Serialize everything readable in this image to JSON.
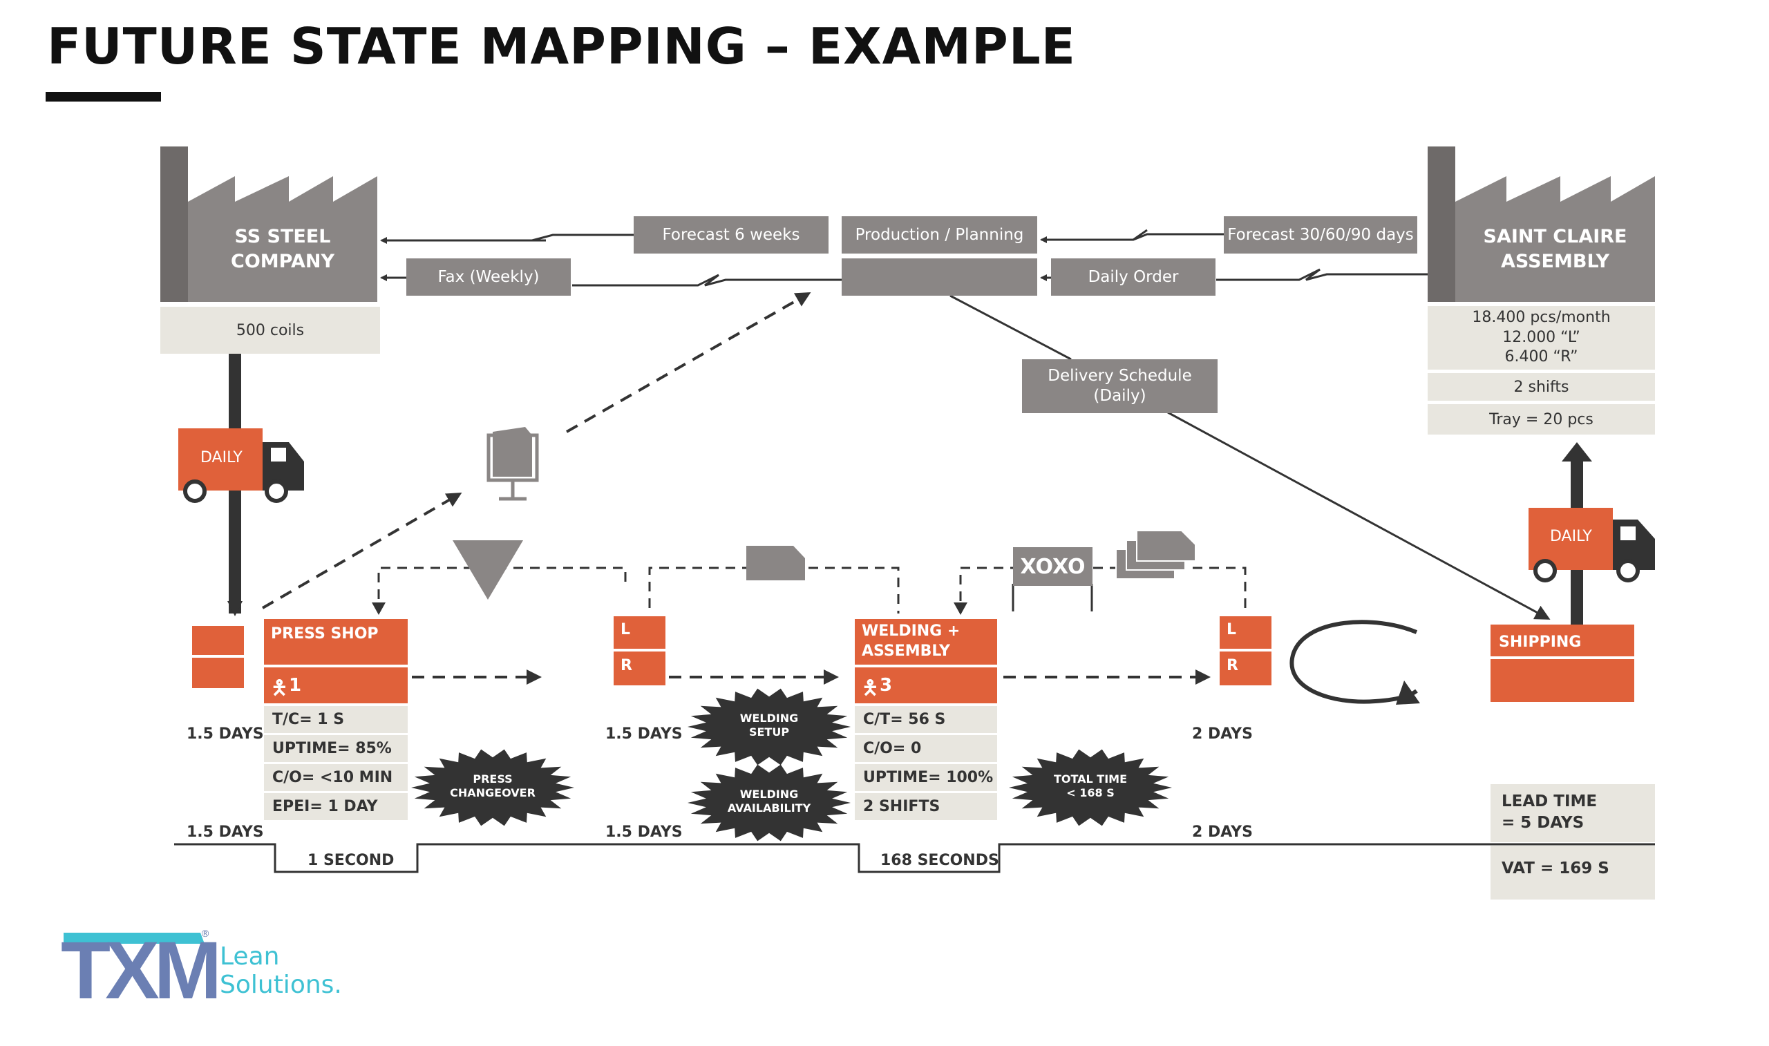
{
  "title": "FUTURE STATE MAPPING – EXAMPLE",
  "supplier": {
    "name": "SS STEEL\nCOMPANY",
    "inventory": "500 coils"
  },
  "customer": {
    "name": "SAINT CLAIRE\nASSEMBLY",
    "demand": "18.400 pcs/month\n12.000 “L”\n6.400 “R”",
    "shifts": "2 shifts",
    "tray": "Tray = 20 pcs"
  },
  "info_flow": {
    "forecast_6_weeks": "Forecast 6 weeks",
    "production_planning": "Production / Planning",
    "forecast_30_60_90": "Forecast 30/60/90 days",
    "fax_weekly": "Fax (Weekly)",
    "daily_order": "Daily Order",
    "delivery_schedule": "Delivery Schedule\n(Daily)"
  },
  "trucks": {
    "inbound": "DAILY",
    "outbound": "DAILY"
  },
  "kanban_post": "XOXO",
  "processes": [
    {
      "name": "PRESS SHOP",
      "operators": "1",
      "data": [
        "T/C= 1 S",
        "UPTIME= 85%",
        "C/O= <10 MIN",
        "EPEI= 1 DAY"
      ]
    },
    {
      "name": "WELDING +\nASSEMBLY",
      "operators": "3",
      "data": [
        "C/T= 56 S",
        "C/O= 0",
        "UPTIME= 100%",
        "2 SHIFTS"
      ]
    },
    {
      "name": "SHIPPING"
    }
  ],
  "supermarkets": {
    "l": "L",
    "r": "R"
  },
  "kaizen_bursts": [
    "PRESS\nCHANGEOVER",
    "WELDING\nSETUP",
    "WELDING\nAVAILABILITY",
    "TOTAL TIME\n< 168 S"
  ],
  "inventory_days": [
    "1.5 DAYS",
    "1.5 DAYS",
    "2 DAYS"
  ],
  "timeline": {
    "days": [
      "1.5 DAYS",
      "1.5 DAYS",
      "2 DAYS"
    ],
    "seconds": [
      "1 SECOND",
      "168 SECONDS"
    ]
  },
  "summary": {
    "lead_time": "LEAD TIME\n= 5 DAYS",
    "vat": "VAT = 169 S"
  },
  "logo": {
    "mark": "TXM",
    "text": "Lean\nSolutions.",
    "registered": "®"
  },
  "colors": {
    "orange": "#e0613a",
    "grey": "#8a8685",
    "light": "#e8e6df",
    "dark": "#333333",
    "teal": "#3ec1d3",
    "logo_blue": "#6b7fb3"
  }
}
